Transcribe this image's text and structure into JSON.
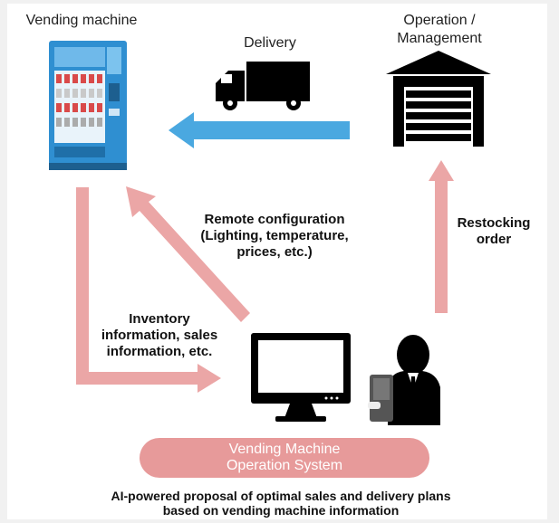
{
  "labels": {
    "vending_machine": "Vending machine",
    "delivery": "Delivery",
    "operation_line1": "Operation /",
    "operation_line2": "Management",
    "remote_line1": "Remote configuration",
    "remote_line2": "(Lighting, temperature,",
    "remote_line3": "prices, etc.)",
    "restocking_line1": "Restocking",
    "restocking_line2": "order",
    "inventory_line1": "Inventory",
    "inventory_line2": "information, sales",
    "inventory_line3": "information, etc."
  },
  "system": {
    "line1": "Vending Machine",
    "line2": "Operation System"
  },
  "caption": {
    "line1": "AI-powered proposal of optimal sales and delivery plans",
    "line2": "based on vending machine information"
  },
  "colors": {
    "pink_arrow": "#eba6a6",
    "blue_arrow": "#4aa8e0",
    "pill": "#e79a9a",
    "icon": "#000000",
    "machine": "#2f8fd1"
  },
  "icons": [
    "vending-machine-icon",
    "delivery-truck-icon",
    "warehouse-icon",
    "computer-monitor-icon",
    "operator-person-icon"
  ]
}
